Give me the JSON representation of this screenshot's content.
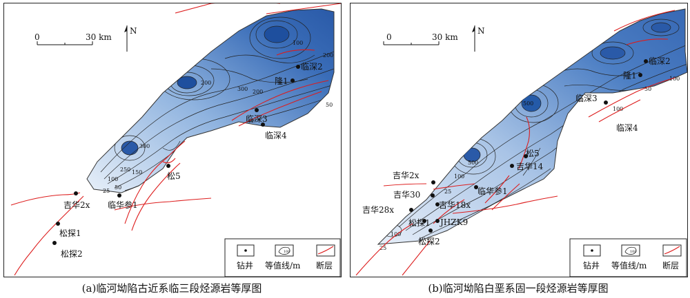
{
  "panels": [
    {
      "caption": "(a)临河坳陷古近系临三段烃源岩等厚图",
      "scale": {
        "zero": "0",
        "dist": "30 km"
      },
      "north": "N",
      "legend": {
        "well": "钻井",
        "contour": "等值线/m",
        "fault": "断层",
        "contour_sample": "100"
      },
      "wells": [
        {
          "name": "临深2",
          "value_shown": "200"
        },
        {
          "name": "隆1"
        },
        {
          "name": "临深3"
        },
        {
          "name": "临深4"
        },
        {
          "name": "松5"
        },
        {
          "name": "吉华2x"
        },
        {
          "name": "临华参1"
        },
        {
          "name": "松探1"
        },
        {
          "name": "松探2"
        }
      ],
      "contour_labels": [
        "200",
        "300",
        "200",
        "50",
        "300",
        "250",
        "150",
        "100",
        "50",
        "25",
        "200",
        "100"
      ]
    },
    {
      "caption": "(b)临河坳陷白垩系固一段烃源岩等厚图",
      "scale": {
        "zero": "0",
        "dist": "30 km"
      },
      "north": "N",
      "legend": {
        "well": "钻井",
        "contour": "等值线/m",
        "fault": "断层",
        "contour_sample": "100"
      },
      "wells": [
        {
          "name": "临深2"
        },
        {
          "name": "隆1"
        },
        {
          "name": "临深3"
        },
        {
          "name": "临深4"
        },
        {
          "name": "松5"
        },
        {
          "name": "吉华14"
        },
        {
          "name": "吉华2x"
        },
        {
          "name": "吉华30"
        },
        {
          "name": "临华参1"
        },
        {
          "name": "吉华18x"
        },
        {
          "name": "吉华28x"
        },
        {
          "name": "松探1"
        },
        {
          "name": "JHZK9"
        },
        {
          "name": "松探2"
        }
      ],
      "contour_labels": [
        "500",
        "100",
        "50",
        "100",
        "500",
        "100",
        "25",
        "100",
        "25"
      ]
    }
  ],
  "colors": {
    "deep": "#2c5fae",
    "mid": "#6f9ad0",
    "light": "#c9dbef",
    "fault": "#dd1c1c",
    "contour": "#222222"
  }
}
